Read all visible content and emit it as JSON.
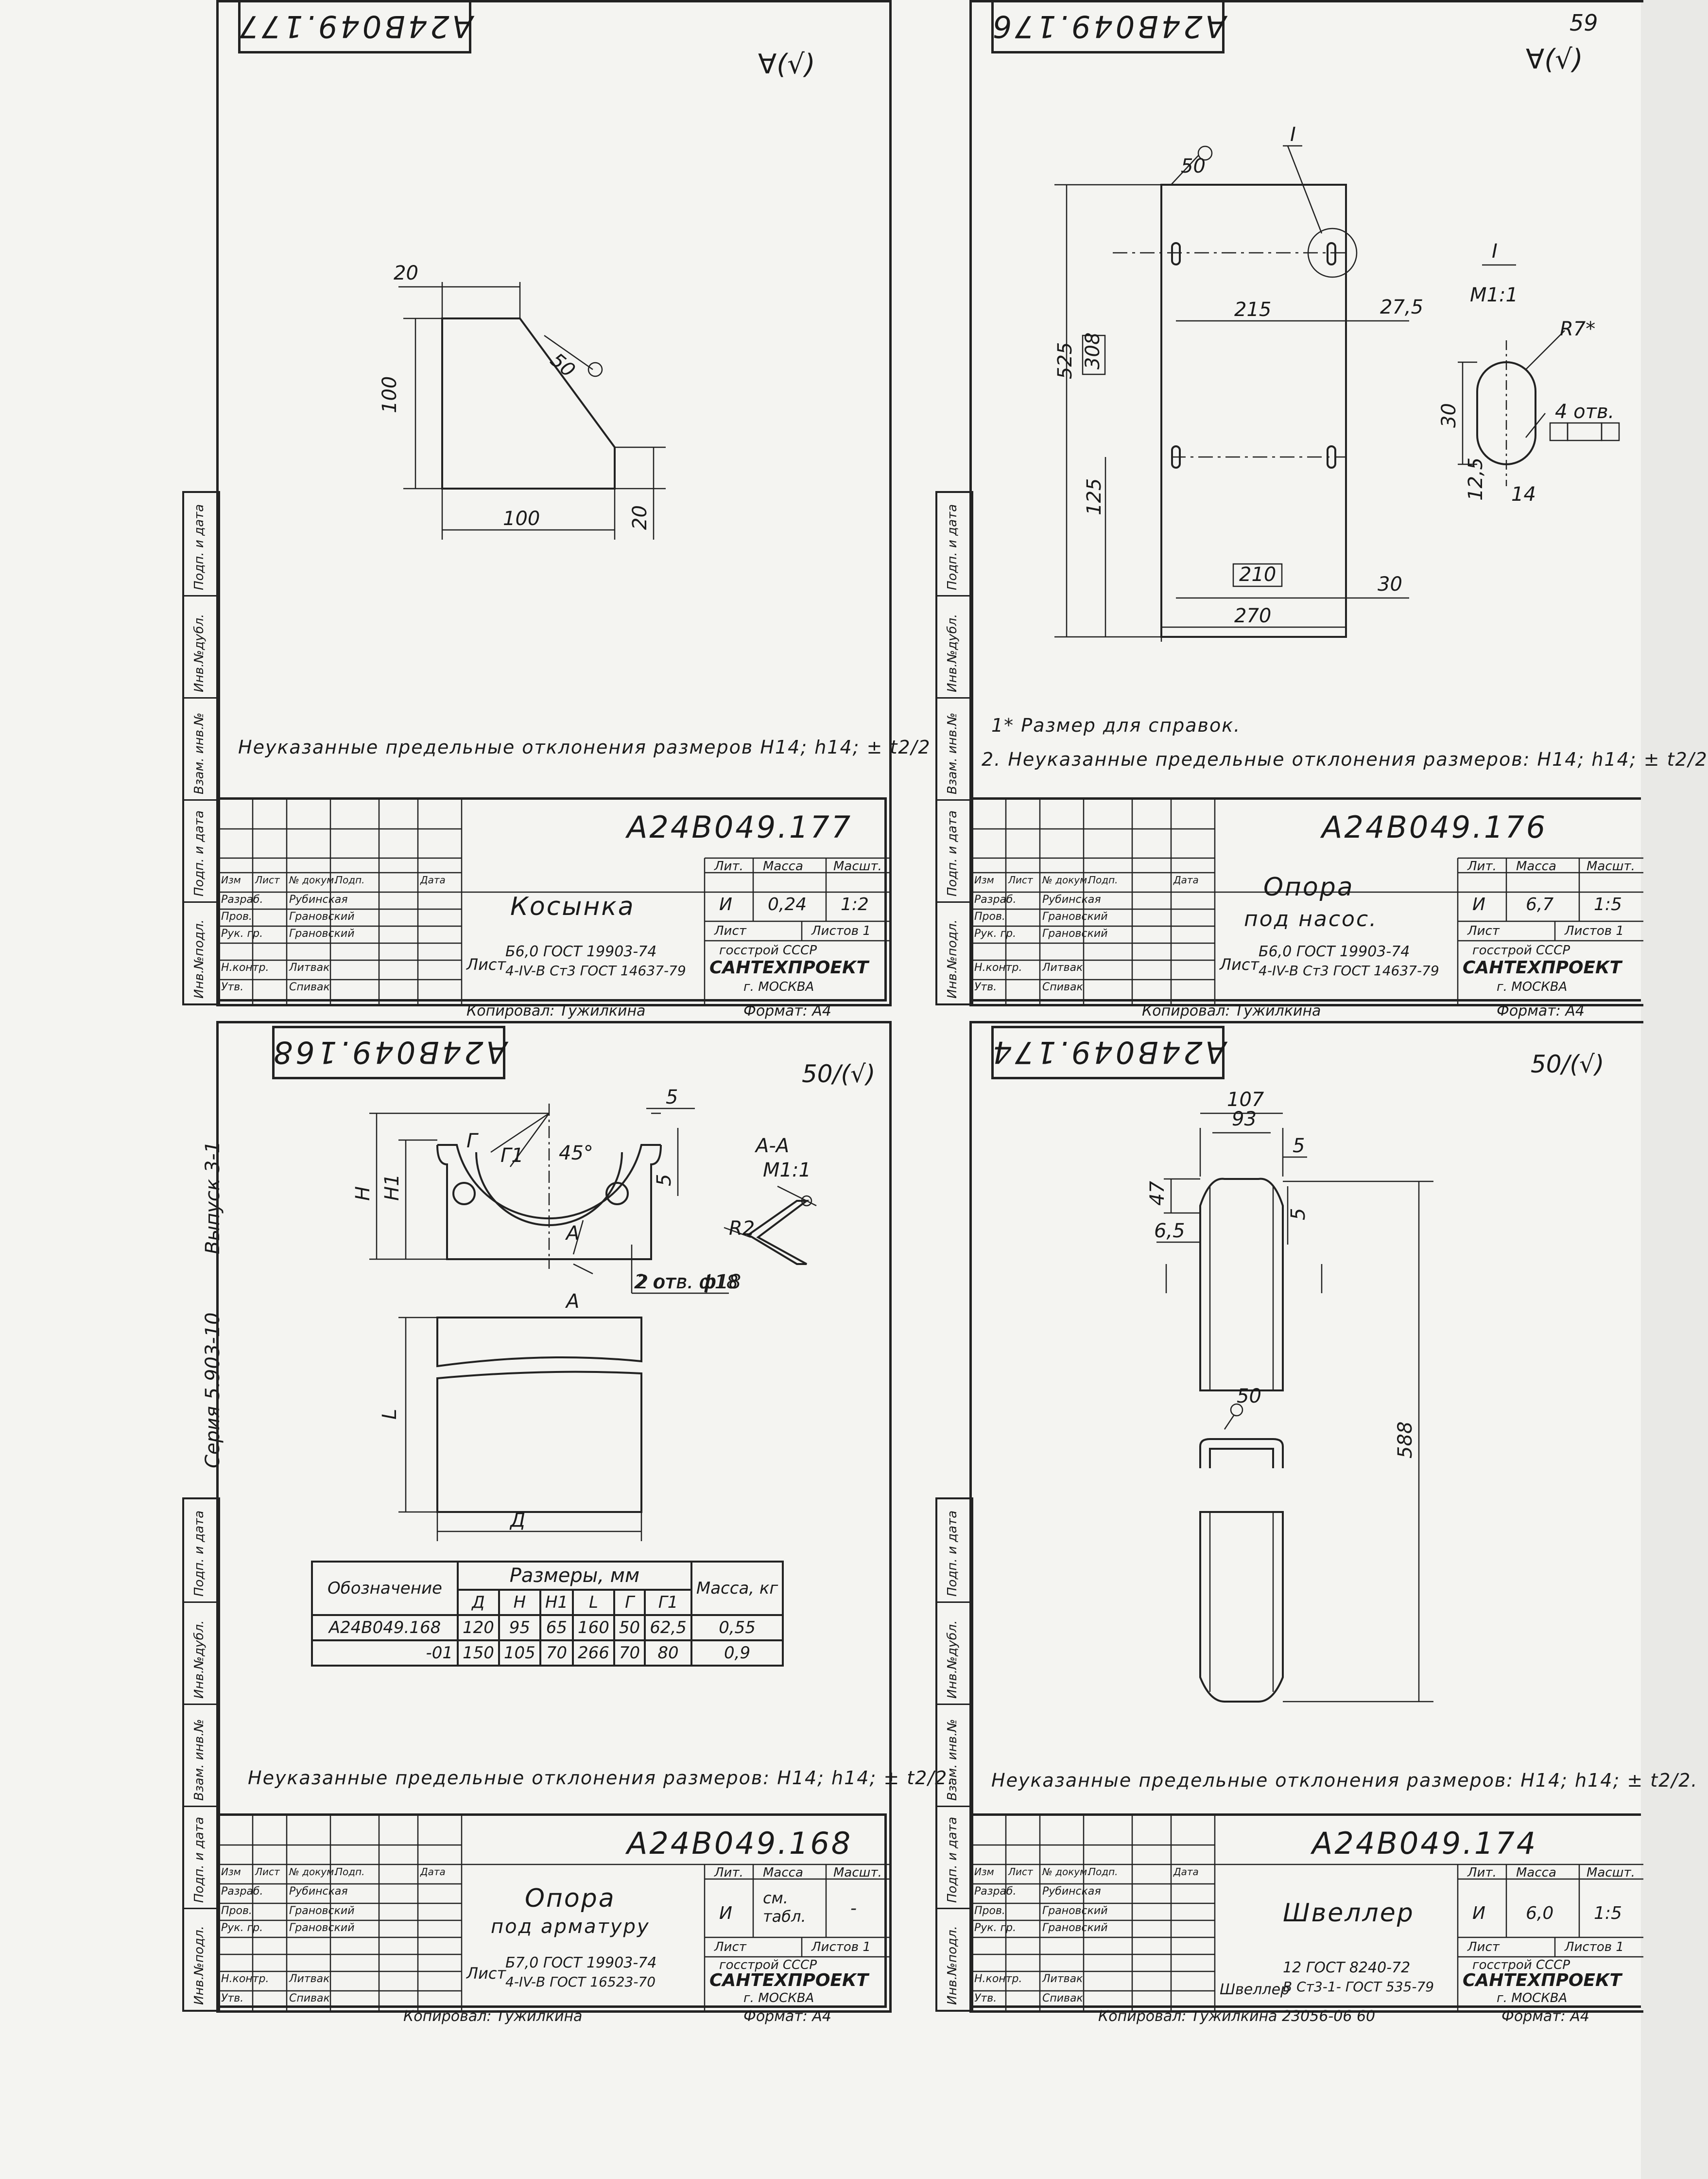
{
  "page_number": "59",
  "series": {
    "series_label": "Серия 5.903-10",
    "issue_label": "Выпуск 3-1"
  },
  "common": {
    "copied_by": "Копировал: Тужилкина",
    "format": "Формат: А4",
    "org1": "госстрой СССР",
    "org2": "САНТЕХПРОЕКТ",
    "city": "г. МОСКВА",
    "sheet_word": "Лист",
    "sheets_word": "Листов",
    "sheets_count": "1",
    "lit_value": "И",
    "col_lit": "Лит.",
    "col_mass": "Масса",
    "col_scale": "Масшт.",
    "rev_headers": [
      "Изм",
      "Лист",
      "№ докум.",
      "Подп.",
      "Дата"
    ],
    "roles": [
      "Разраб.",
      "Пров.",
      "Рук. гр.",
      "Н.контр.",
      "Утв."
    ],
    "people": [
      "Рубинская",
      "Грановский",
      "Грановский",
      "Литвак",
      "Спивак"
    ],
    "side_labels": [
      "Инв.№подл.",
      "Подп. и дата",
      "Взам. инв.№",
      "Инв.№дубл.",
      "Подп. и дата"
    ]
  },
  "sheets": [
    {
      "code": "А24В049.177",
      "stamp_code": "А24В049.177",
      "title": "Косынка",
      "subtitle": "",
      "mass": "0,24",
      "scale": "1:2",
      "material_1": "Б6,0 ГОСТ 19903-74",
      "material_2": "4-IV-В Ст3 ГОСТ 14637-79",
      "material_prefix": "Лист",
      "roughness": "∀(√)",
      "note": "Неуказанные предельные отклонения размеров H14; h14; ± t2/2",
      "dims": [
        "20",
        "100",
        "50",
        "100",
        "20"
      ]
    },
    {
      "code": "А24В049.176",
      "stamp_code": "А24В049.176",
      "title": "Опора",
      "subtitle": "под насос.",
      "mass": "6,7",
      "scale": "1:5",
      "material_1": "Б6,0 ГОСТ 19903-74",
      "material_2": "4-IV-В Ст3 ГОСТ 14637-79",
      "material_prefix": "Лист",
      "roughness": "∀(√)",
      "note1": "1* Размер для справок.",
      "note": "2. Неуказанные предельные отклонения размеров: H14; h14; ± t2/2",
      "detail_label": "I",
      "detail_scale": "М1:1",
      "dims": [
        "525",
        "308",
        "125",
        "215",
        "27,5",
        "210",
        "30",
        "270",
        "30",
        "R7*",
        "4 отв.",
        "12,5",
        "14",
        "50"
      ]
    },
    {
      "code": "А24В049.168",
      "stamp_code": "А24В049.168",
      "title": "Опора",
      "subtitle": "под арматуру",
      "mass": "см. табл.",
      "scale": "-",
      "material_1": "Б7,0 ГОСТ 19903-74",
      "material_2": "4-IV-В ГОСТ 16523-70",
      "material_prefix": "Лист",
      "roughness": "50/(√)",
      "note": "Неуказанные предельные отклонения размеров: H14; h14; ± t2/2.",
      "section_label": "А-А",
      "section_scale": "М1:1",
      "hole_label": "2 отв. ф18",
      "dims": [
        "5",
        "H",
        "H1",
        "Г",
        "Г1",
        "45°",
        "А",
        "А",
        "R2",
        "L",
        "Д",
        "5"
      ],
      "table": {
        "head1": "Обозначение",
        "head2": "Размеры, мм",
        "head3": "Масса, кг",
        "cols": [
          "Д",
          "H",
          "H1",
          "L",
          "Г",
          "Г1"
        ],
        "rows": [
          {
            "name": "А24В049.168",
            "vals": [
              "120",
              "95",
              "65",
              "160",
              "50",
              "62,5"
            ],
            "mass": "0,55"
          },
          {
            "name": "-01",
            "vals": [
              "150",
              "105",
              "70",
              "266",
              "70",
              "80"
            ],
            "mass": "0,9"
          }
        ]
      }
    },
    {
      "code": "А24В049.174",
      "stamp_code": "А24В049.174",
      "title": "Швеллер",
      "subtitle": "",
      "mass": "6,0",
      "scale": "1:5",
      "material_1": "12 ГОСТ 8240-72",
      "material_2": "В Ст3-1- ГОСТ 535-79",
      "material_prefix": "Швеллер",
      "roughness": "50/(√)",
      "note": "Неуказанные предельные отклонения размеров: H14; h14; ± t2/2.",
      "copied_extra": "23056-06",
      "page_small": "60",
      "dims": [
        "107",
        "93",
        "5",
        "47",
        "6,5",
        "5",
        "588",
        "50"
      ]
    }
  ]
}
